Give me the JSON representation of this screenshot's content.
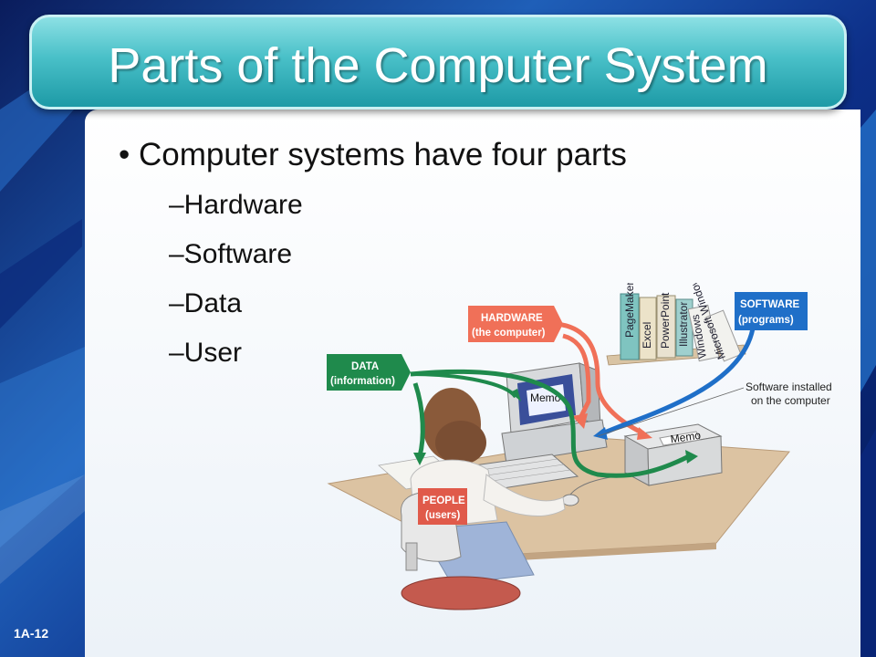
{
  "slide": {
    "title": "Parts of the Computer System",
    "bullet": "Computer systems have four parts",
    "items": [
      "–Hardware",
      "–Software",
      "–Data",
      "–User"
    ],
    "slide_number": "1A-12"
  },
  "illustration": {
    "hardware_label": [
      "HARDWARE",
      "(the computer)"
    ],
    "software_label": [
      "SOFTWARE",
      "(programs)"
    ],
    "data_label": [
      "DATA",
      "(information)"
    ],
    "people_label": [
      "PEOPLE",
      "(users)"
    ],
    "software_note": [
      "Software installed",
      "on the computer"
    ],
    "screen_text": "Memo",
    "printer_text": "Memo",
    "book_titles": [
      "PageMaker",
      "Excel",
      "PowerPoint",
      "Illustrator",
      "Windows",
      "Microsoft Windows"
    ],
    "colors": {
      "hardware": "#f07058",
      "software": "#1f6fc8",
      "data": "#1f8a4c",
      "people": "#e05a4a",
      "title_bar": "#39b5bf"
    }
  }
}
